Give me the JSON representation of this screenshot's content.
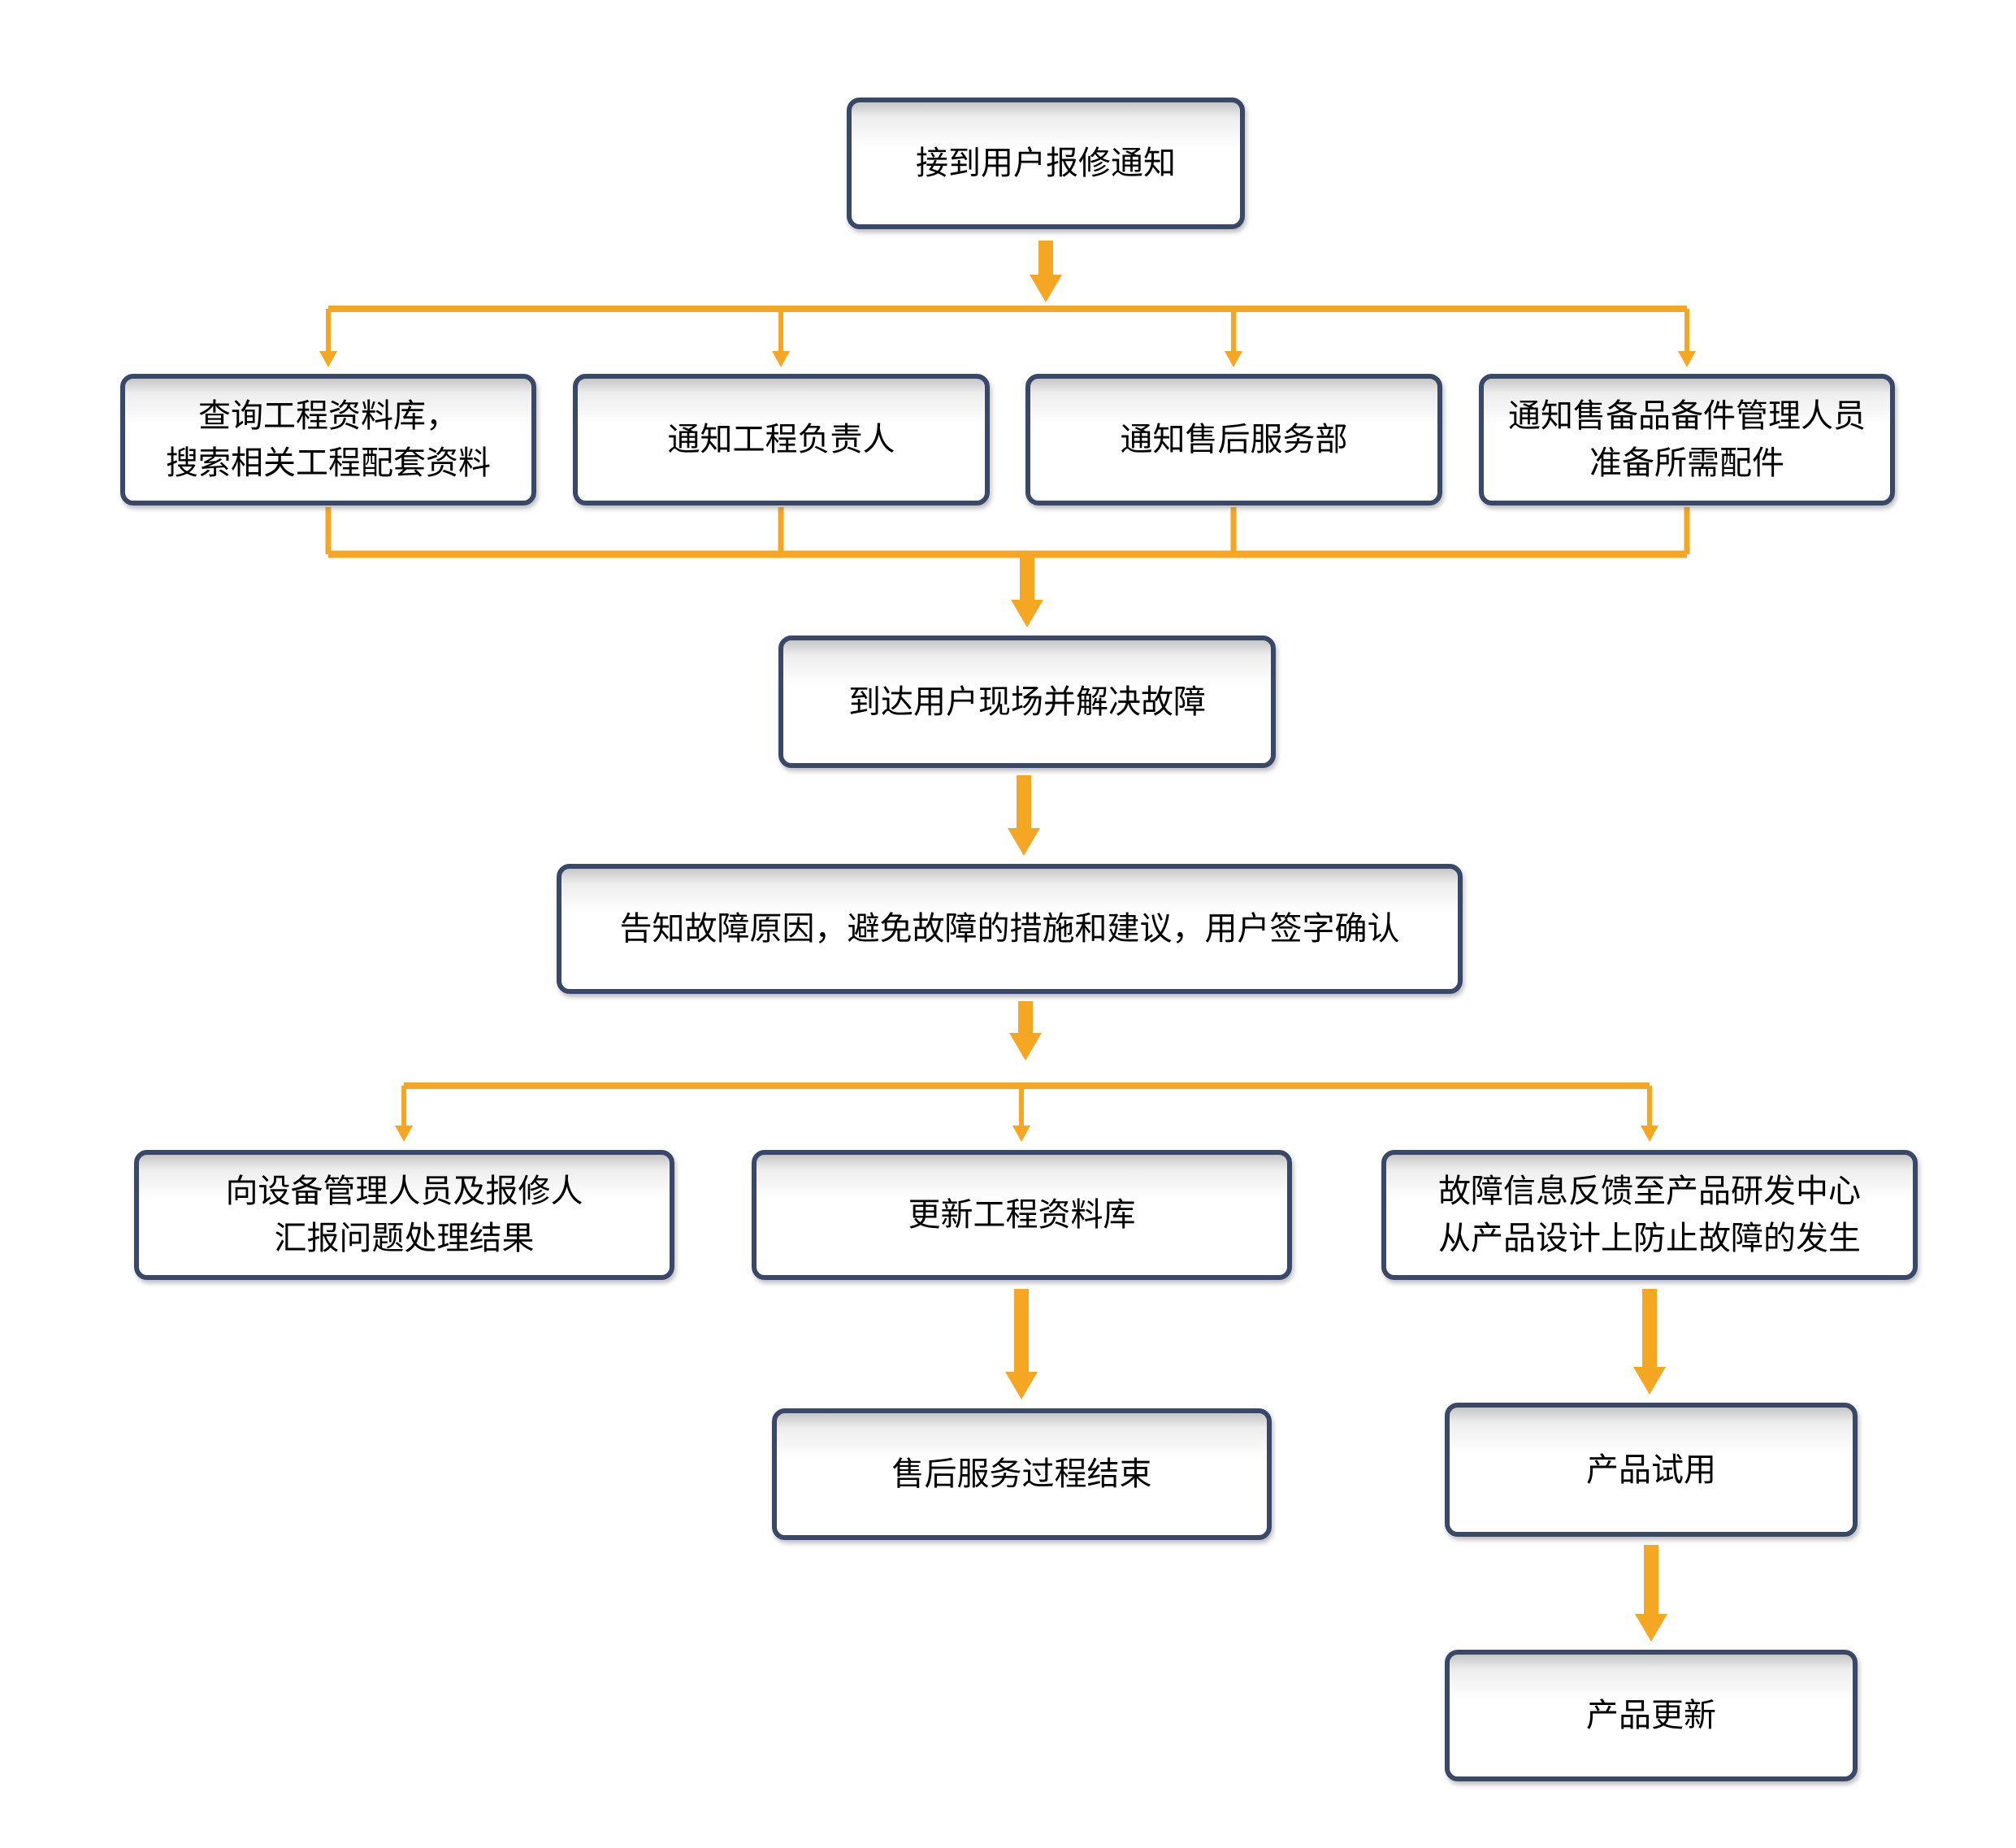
{
  "diagram": {
    "type": "flowchart",
    "direction": "top-down",
    "colors": {
      "accent": "#F5A623",
      "box_border": "#3A4868",
      "box_fill": "#FFFFFF",
      "text": "#000000"
    },
    "nodes": [
      {
        "id": "receive-report",
        "label": "接到用户报修通知"
      },
      {
        "id": "query-database",
        "label": "查询工程资料库，\n搜索相关工程配套资料"
      },
      {
        "id": "notify-engineer",
        "label": "通知工程负责人"
      },
      {
        "id": "notify-aftersales",
        "label": "通知售后服务部"
      },
      {
        "id": "notify-spareparts",
        "label": "通知售备品备件管理人员\n准备所需配件"
      },
      {
        "id": "arrive-onsite",
        "label": "到达用户现场并解决故障"
      },
      {
        "id": "inform-cause",
        "label": "告知故障原因，避免故障的措施和建议，用户签字确认"
      },
      {
        "id": "report-results",
        "label": "向设备管理人员及报修人\n汇报问题处理结果"
      },
      {
        "id": "update-database",
        "label": "更新工程资料库"
      },
      {
        "id": "feedback-rd",
        "label": "故障信息反馈至产品研发中心\n从产品设计上防止故障的发生"
      },
      {
        "id": "service-end",
        "label": "售后服务过程结束"
      },
      {
        "id": "product-trial",
        "label": "产品试用"
      },
      {
        "id": "product-update",
        "label": "产品更新"
      }
    ],
    "edges": [
      {
        "from": "receive-report",
        "to": "query-database"
      },
      {
        "from": "receive-report",
        "to": "notify-engineer"
      },
      {
        "from": "receive-report",
        "to": "notify-aftersales"
      },
      {
        "from": "receive-report",
        "to": "notify-spareparts"
      },
      {
        "from": "query-database",
        "to": "arrive-onsite"
      },
      {
        "from": "notify-engineer",
        "to": "arrive-onsite"
      },
      {
        "from": "notify-aftersales",
        "to": "arrive-onsite"
      },
      {
        "from": "notify-spareparts",
        "to": "arrive-onsite"
      },
      {
        "from": "arrive-onsite",
        "to": "inform-cause"
      },
      {
        "from": "inform-cause",
        "to": "report-results"
      },
      {
        "from": "inform-cause",
        "to": "update-database"
      },
      {
        "from": "inform-cause",
        "to": "feedback-rd"
      },
      {
        "from": "update-database",
        "to": "service-end"
      },
      {
        "from": "feedback-rd",
        "to": "product-trial"
      },
      {
        "from": "product-trial",
        "to": "product-update"
      }
    ]
  }
}
